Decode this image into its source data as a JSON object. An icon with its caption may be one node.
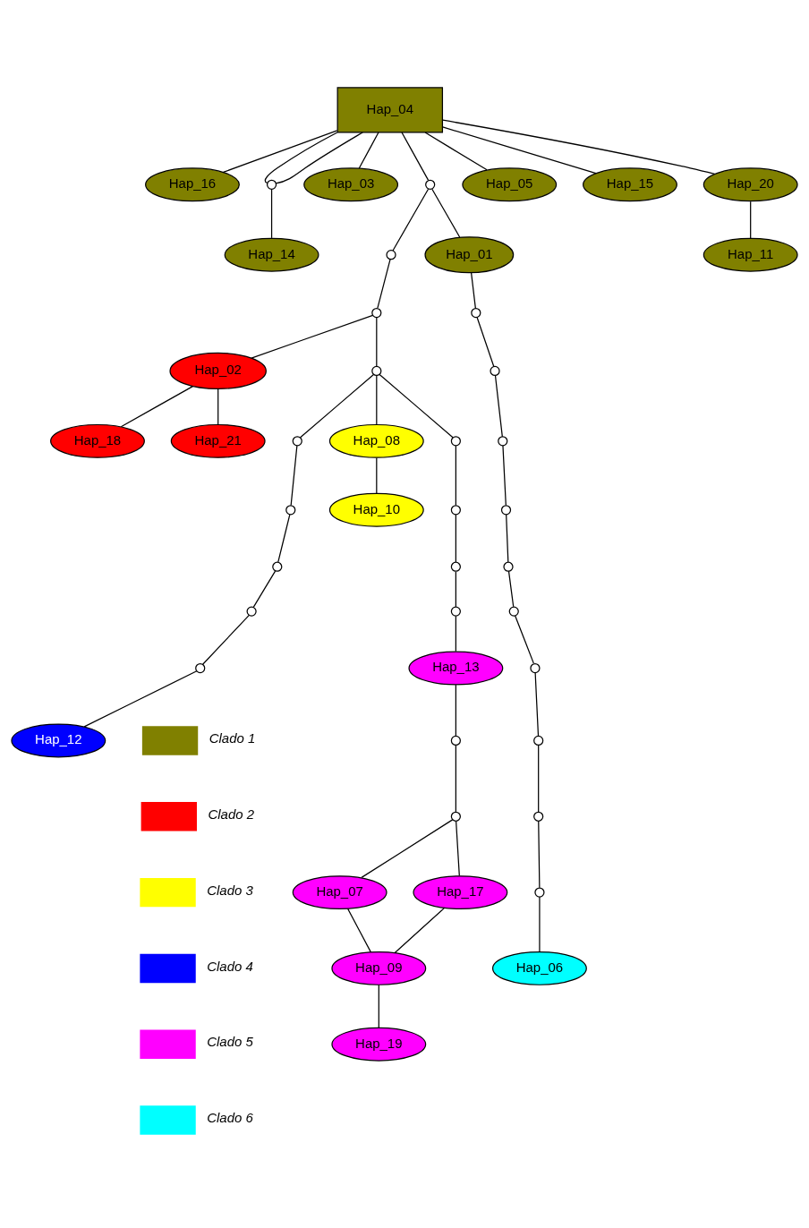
{
  "diagram": {
    "nodes": [
      {
        "text": [
          "Hap_04"
        ]
      },
      {
        "text": [
          "Hap_16"
        ]
      },
      {
        "text": [],
        "shape": "circle"
      },
      {
        "text": [
          "Hap_03"
        ]
      },
      {
        "text": [],
        "shape": "circle"
      },
      {
        "text": [
          "Hap_05"
        ]
      },
      {
        "text": [
          "Hap_15"
        ]
      },
      {
        "text": [
          "Hap_20"
        ]
      },
      {
        "text": [
          "Hap_14"
        ]
      },
      {
        "text": [],
        "shape": "circle"
      },
      {
        "text": [
          "Hap_01"
        ]
      },
      {
        "text": [
          "Hap_11"
        ]
      },
      {
        "text": [],
        "shape": "circle"
      },
      {
        "text": [],
        "shape": "circle"
      },
      {
        "text": [
          "Hap_02"
        ]
      },
      {
        "text": [],
        "shape": "circle"
      },
      {
        "text": [],
        "shape": "circle"
      },
      {
        "text": [
          "Hap_18"
        ]
      },
      {
        "text": [
          "Hap_21"
        ]
      },
      {
        "text": [],
        "shape": "circle"
      },
      {
        "text": [
          "Hap_08"
        ]
      },
      {
        "text": [],
        "shape": "circle"
      },
      {
        "text": [],
        "shape": "circle"
      },
      {
        "text": [],
        "shape": "circle"
      },
      {
        "text": [
          "Hap_10"
        ]
      },
      {
        "text": [],
        "shape": "circle"
      },
      {
        "text": [],
        "shape": "circle"
      },
      {
        "text": [],
        "shape": "circle"
      },
      {
        "text": [],
        "shape": "circle"
      },
      {
        "text": [],
        "shape": "circle"
      },
      {
        "text": [],
        "shape": "circle"
      },
      {
        "text": [],
        "shape": "circle"
      },
      {
        "text": [],
        "shape": "circle"
      },
      {
        "text": [],
        "shape": "circle"
      },
      {
        "text": [
          "Hap_13"
        ]
      },
      {
        "text": [],
        "shape": "circle"
      },
      {
        "text": [
          "Hap_12"
        ]
      },
      {
        "text": [],
        "shape": "circle"
      },
      {
        "text": [],
        "shape": "circle"
      },
      {
        "text": [],
        "shape": "circle"
      },
      {
        "text": [],
        "shape": "circle"
      },
      {
        "text": [
          "Hap_07"
        ]
      },
      {
        "text": [
          "Hap_17"
        ]
      },
      {
        "text": [],
        "shape": "circle"
      },
      {
        "text": [
          "Hap_09"
        ]
      },
      {
        "text": [
          "Hap_06"
        ]
      },
      {
        "text": [
          "Hap_19"
        ]
      }
    ],
    "edges": [
      {
        "from": 0,
        "to": 1,
        "arrow": "none"
      },
      {
        "from": 0,
        "to": 2,
        "arrow": "none"
      },
      {
        "from": 0,
        "to": 2,
        "arrow": "none"
      },
      {
        "from": 0,
        "to": 3,
        "arrow": "none"
      },
      {
        "from": 0,
        "to": 4,
        "arrow": "none"
      },
      {
        "from": 0,
        "to": 5,
        "arrow": "none"
      },
      {
        "from": 0,
        "to": 6,
        "arrow": "none"
      },
      {
        "from": 0,
        "to": 7,
        "arrow": "none"
      },
      {
        "from": 2,
        "to": 8,
        "arrow": "none"
      },
      {
        "from": 7,
        "to": 11,
        "arrow": "none"
      },
      {
        "from": 4,
        "to": 9,
        "arrow": "none"
      },
      {
        "from": 4,
        "to": 10,
        "arrow": "none"
      },
      {
        "from": 9,
        "to": 12,
        "arrow": "none"
      },
      {
        "from": 12,
        "to": 14,
        "arrow": "none"
      },
      {
        "from": 12,
        "to": 15,
        "arrow": "none"
      },
      {
        "from": 14,
        "to": 17,
        "arrow": "none"
      },
      {
        "from": 14,
        "to": 18,
        "arrow": "none"
      },
      {
        "from": 15,
        "to": 19,
        "arrow": "none"
      },
      {
        "from": 15,
        "to": 20,
        "arrow": "none"
      },
      {
        "from": 15,
        "to": 21,
        "arrow": "none"
      },
      {
        "from": 20,
        "to": 24,
        "arrow": "none"
      },
      {
        "from": 10,
        "to": 13,
        "arrow": "none"
      },
      {
        "from": 13,
        "to": 16,
        "arrow": "none"
      },
      {
        "from": 16,
        "to": 22,
        "arrow": "none"
      },
      {
        "from": 22,
        "to": 26,
        "arrow": "none"
      },
      {
        "from": 26,
        "to": 29,
        "arrow": "none"
      },
      {
        "from": 29,
        "to": 32,
        "arrow": "none"
      },
      {
        "from": 32,
        "to": 35,
        "arrow": "none"
      },
      {
        "from": 35,
        "to": 38,
        "arrow": "none"
      },
      {
        "from": 38,
        "to": 40,
        "arrow": "none"
      },
      {
        "from": 40,
        "to": 43,
        "arrow": "none"
      },
      {
        "from": 43,
        "to": 45,
        "arrow": "none"
      },
      {
        "from": 19,
        "to": 23,
        "arrow": "none"
      },
      {
        "from": 23,
        "to": 27,
        "arrow": "none"
      },
      {
        "from": 27,
        "to": 30,
        "arrow": "none"
      },
      {
        "from": 30,
        "to": 33,
        "arrow": "none"
      },
      {
        "from": 33,
        "to": 36,
        "arrow": "none"
      },
      {
        "from": 21,
        "to": 25,
        "arrow": "none"
      },
      {
        "from": 25,
        "to": 28,
        "arrow": "none"
      },
      {
        "from": 28,
        "to": 31,
        "arrow": "none"
      },
      {
        "from": 31,
        "to": 34,
        "arrow": "none"
      },
      {
        "from": 34,
        "to": 37,
        "arrow": "none"
      },
      {
        "from": 37,
        "to": 39,
        "arrow": "none"
      },
      {
        "from": 39,
        "to": 41,
        "arrow": "none"
      },
      {
        "from": 39,
        "to": 42,
        "arrow": "none"
      },
      {
        "from": 41,
        "to": 44,
        "arrow": "none"
      },
      {
        "from": 42,
        "to": 44,
        "arrow": "none"
      },
      {
        "from": 44,
        "to": 46,
        "arrow": "none"
      }
    ],
    "legend": [
      {
        "text": "Clado 1",
        "color": "#808000"
      },
      {
        "text": "Clado 2",
        "color": "#ff0000"
      },
      {
        "text": "Clado 3",
        "color": "#ffff00"
      },
      {
        "text": "Clado 4",
        "color": "#0000ff"
      },
      {
        "text": "Clado 5",
        "color": "#ff00ff"
      },
      {
        "text": "Clado 6",
        "color": "#00ffff"
      }
    ]
  }
}
